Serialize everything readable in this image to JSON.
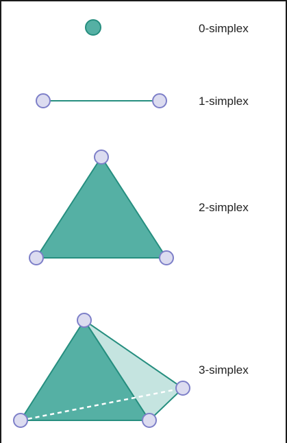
{
  "simplices": [
    {
      "label": "0-simplex"
    },
    {
      "label": "1-simplex"
    },
    {
      "label": "2-simplex"
    },
    {
      "label": "3-simplex"
    }
  ],
  "colors": {
    "fill": "#55b0a4",
    "fill_light": "#c5e4e0",
    "stroke": "#268e7f",
    "vertex_fill": "#dcdcf0",
    "vertex_stroke": "#7d7fc8",
    "hidden_edge": "#ffffff"
  }
}
